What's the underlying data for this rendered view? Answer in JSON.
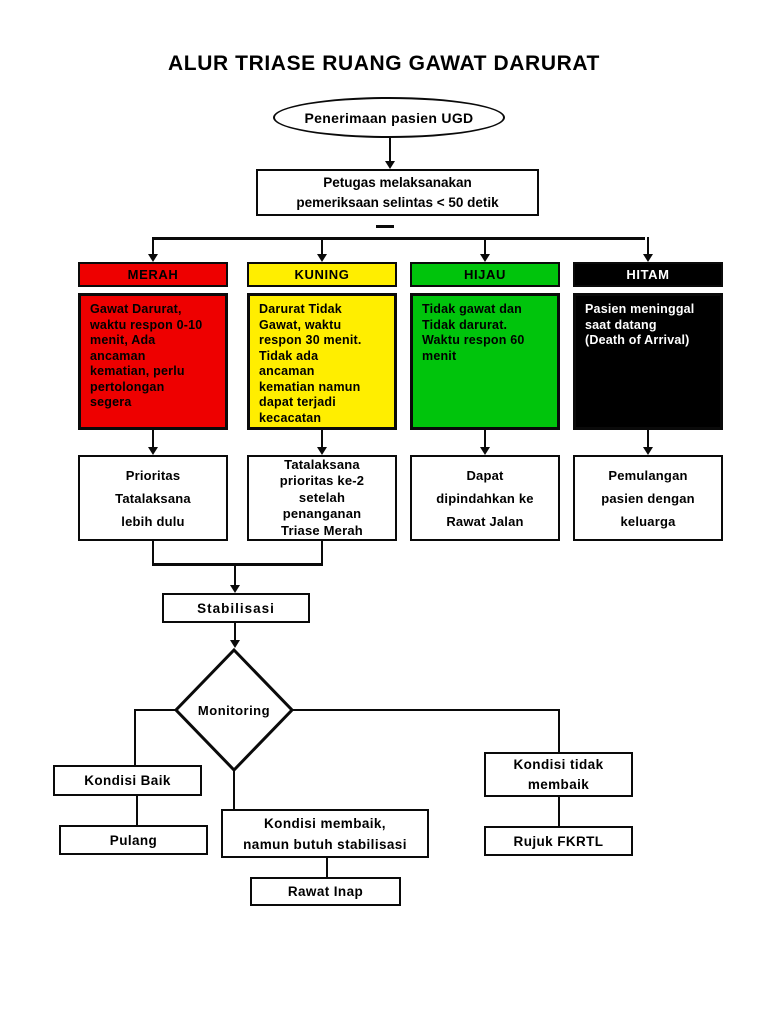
{
  "page": {
    "title": "ALUR TRIASE RUANG GAWAT DARURAT",
    "background": "#ffffff",
    "line_color": "#0a0a0a"
  },
  "start": {
    "label": "Penerimaan pasien UGD"
  },
  "screening": {
    "lines": [
      "Petugas melaksanakan",
      "pemeriksaan selintas < 50 detik"
    ]
  },
  "categories": [
    {
      "name": "MERAH",
      "header_bg": "#ee0000",
      "header_text": "#000000",
      "body_bg": "#ee0000",
      "body_text": "#000000",
      "description": [
        "Gawat Darurat,",
        "waktu respon 0-10",
        "menit, Ada",
        "ancaman",
        "kematian, perlu",
        "pertolongan",
        "segera"
      ],
      "action": [
        "Prioritas",
        "Tatalaksana",
        "lebih dulu"
      ]
    },
    {
      "name": "KUNING",
      "header_bg": "#ffee00",
      "header_text": "#000000",
      "body_bg": "#ffee00",
      "body_text": "#000000",
      "description": [
        "Darurat Tidak",
        "Gawat, waktu",
        "respon 30 menit.",
        "Tidak ada",
        "ancaman",
        "kematian namun",
        "dapat terjadi",
        "kecacatan"
      ],
      "action": [
        "Tatalaksana",
        "prioritas ke-2",
        "setelah",
        "penanganan",
        "Triase Merah"
      ]
    },
    {
      "name": "HIJAU",
      "header_bg": "#00c40c",
      "header_text": "#000000",
      "body_bg": "#00c40c",
      "body_text": "#000000",
      "description": [
        "Tidak gawat dan",
        "Tidak darurat.",
        "Waktu respon 60",
        "menit"
      ],
      "action": [
        "Dapat",
        "dipindahkan ke",
        "Rawat Jalan"
      ]
    },
    {
      "name": "HITAM",
      "header_bg": "#000000",
      "header_text": "#ffffff",
      "body_bg": "#000000",
      "body_text": "#ffffff",
      "description": [
        "Pasien meninggal",
        "saat datang",
        "(Death of Arrival)"
      ],
      "action": [
        "Pemulangan",
        "pasien dengan",
        "keluarga"
      ]
    }
  ],
  "stabilization": {
    "label": "Stabilisasi"
  },
  "monitoring": {
    "label": "Monitoring"
  },
  "outcomes": {
    "good": {
      "condition": "Kondisi Baik",
      "action": "Pulang"
    },
    "improving": {
      "condition": [
        "Kondisi membaik,",
        "namun butuh stabilisasi"
      ],
      "action": "Rawat Inap"
    },
    "not_improving": {
      "condition": [
        "Kondisi tidak",
        "membaik"
      ],
      "action": "Rujuk FKRTL"
    }
  }
}
